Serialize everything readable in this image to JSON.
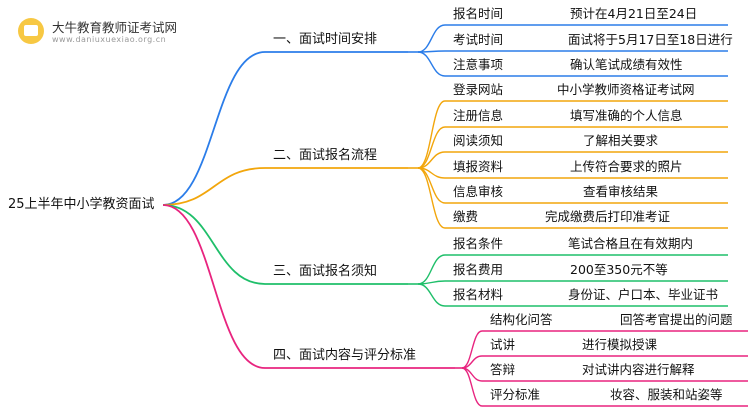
{
  "logo": {
    "icon": "book-icon",
    "name": "大牛教育教师证考试网",
    "url": "www.daniuxuexiao.org.cn"
  },
  "root": "25上半年中小学教资面试",
  "branches": [
    {
      "label": "一、面试时间安排",
      "color": "#2b7de9",
      "items": [
        {
          "key": "报名时间",
          "value": "预计在4月21日至24日"
        },
        {
          "key": "考试时间",
          "value": "面试将于5月17日至18日进行"
        },
        {
          "key": "注意事项",
          "value": "确认笔试成绩有效性"
        }
      ]
    },
    {
      "label": "二、面试报名流程",
      "color": "#f2a60c",
      "items": [
        {
          "key": "登录网站",
          "value": "中小学教师资格证考试网"
        },
        {
          "key": "注册信息",
          "value": "填写准确的个人信息"
        },
        {
          "key": "阅读须知",
          "value": "了解相关要求"
        },
        {
          "key": "填报资料",
          "value": "上传符合要求的照片"
        },
        {
          "key": "信息审核",
          "value": "查看审核结果"
        },
        {
          "key": "缴费",
          "value": "完成缴费后打印准考证"
        }
      ]
    },
    {
      "label": "三、面试报名须知",
      "color": "#1fbf6a",
      "items": [
        {
          "key": "报名条件",
          "value": "笔试合格且在有效期内"
        },
        {
          "key": "报名费用",
          "value": "200至350元不等"
        },
        {
          "key": "报名材料",
          "value": "身份证、户口本、毕业证书"
        }
      ]
    },
    {
      "label": "四、面试内容与评分标准",
      "color": "#e8247f",
      "items": [
        {
          "key": "结构化问答",
          "value": "回答考官提出的问题"
        },
        {
          "key": "试讲",
          "value": "进行模拟授课"
        },
        {
          "key": "答辩",
          "value": "对试讲内容进行解释"
        },
        {
          "key": "评分标准",
          "value": "妆容、服装和站姿等"
        }
      ]
    }
  ]
}
